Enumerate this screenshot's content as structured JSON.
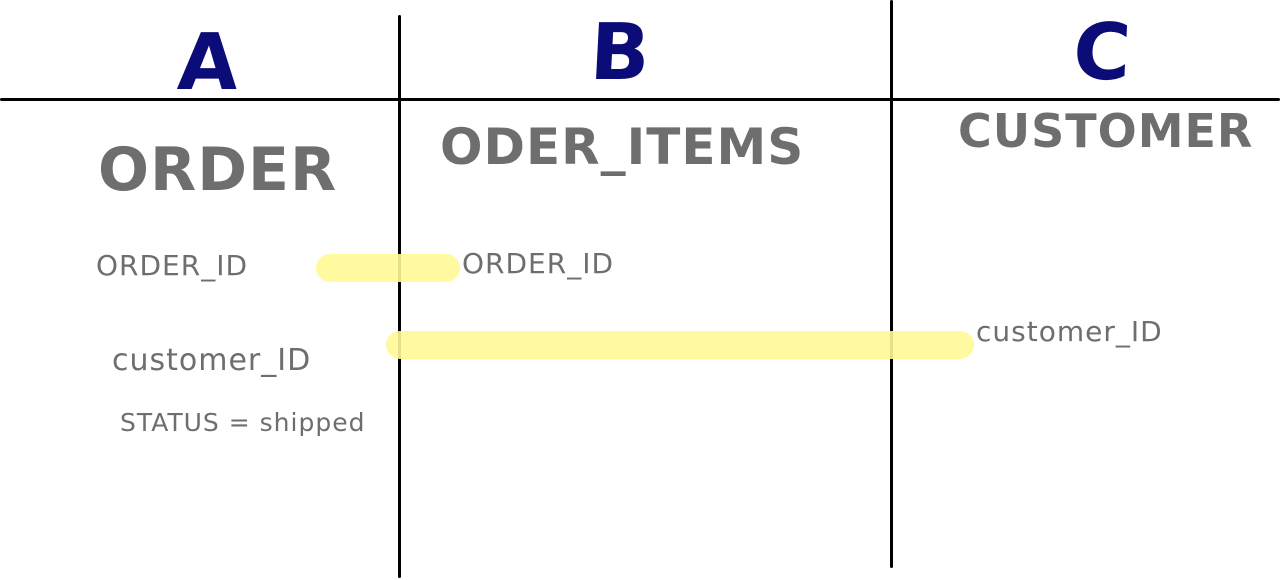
{
  "columns": [
    {
      "letter": "A",
      "table": "ORDER",
      "fields": [
        "ORDER_ID",
        "customer_ID",
        "STATUS = shipped"
      ]
    },
    {
      "letter": "B",
      "table": "ODER_ITEMS",
      "fields": [
        "ORDER_ID"
      ]
    },
    {
      "letter": "C",
      "table": "CUSTOMER",
      "fields": [
        "customer_ID"
      ]
    }
  ],
  "colors": {
    "lines": "#000000",
    "letters": "#0c0c78",
    "text": "#6e6e6e",
    "highlight": "#fffa96"
  }
}
